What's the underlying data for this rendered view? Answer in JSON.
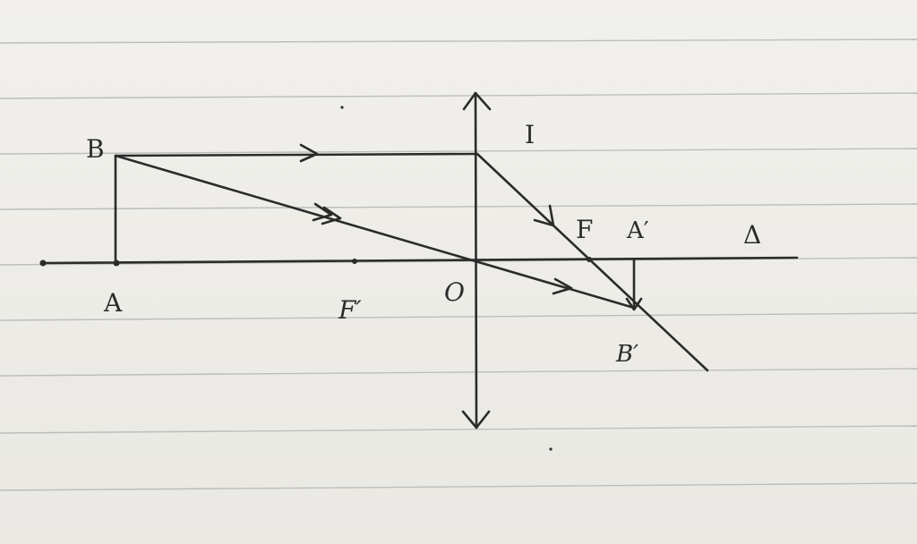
{
  "diagram": {
    "labels": {
      "B": "B",
      "A": "A",
      "F_prime": "F′",
      "O": "O",
      "I": "I",
      "F": "F",
      "A_prime": "A′",
      "B_prime": "B′",
      "delta": "Δ"
    },
    "colors": {
      "ink": "#2b2b2b",
      "paper": "#ecebe6",
      "rule": "#bdbdbd"
    }
  }
}
